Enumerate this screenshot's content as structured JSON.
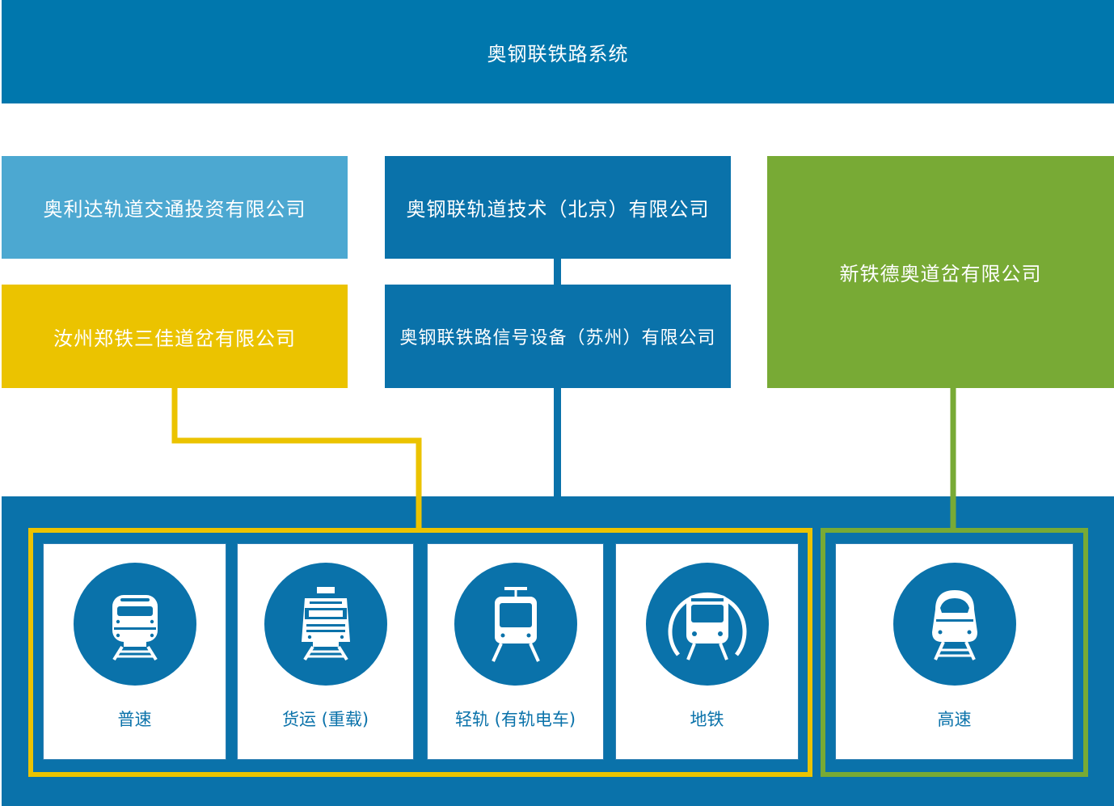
{
  "header": {
    "title": "奥钢联铁路系统"
  },
  "companies": {
    "aolida": "奥利达轨道交通投资有限公司",
    "ruzhou": "汝州郑铁三佳道岔有限公司",
    "beijing": "奥钢联轨道技术（北京）有限公司",
    "suzhou": "奥钢联铁路信号设备（苏州）有限公司",
    "xintiede": "新铁德奥道岔有限公司"
  },
  "categories": [
    {
      "label": "普速",
      "icon": "passenger-train-icon"
    },
    {
      "label": "货运 (重载)",
      "icon": "freight-locomotive-icon"
    },
    {
      "label": "轻轨 (有轨电车)",
      "icon": "tram-icon"
    },
    {
      "label": "地铁",
      "icon": "metro-icon"
    },
    {
      "label": "高速",
      "icon": "high-speed-train-icon"
    }
  ],
  "colors": {
    "blue_dark": "#0a72aa",
    "blue_banner": "#0077ad",
    "blue_light": "#4ca8d1",
    "yellow": "#ebc300",
    "green": "#78aa35"
  }
}
